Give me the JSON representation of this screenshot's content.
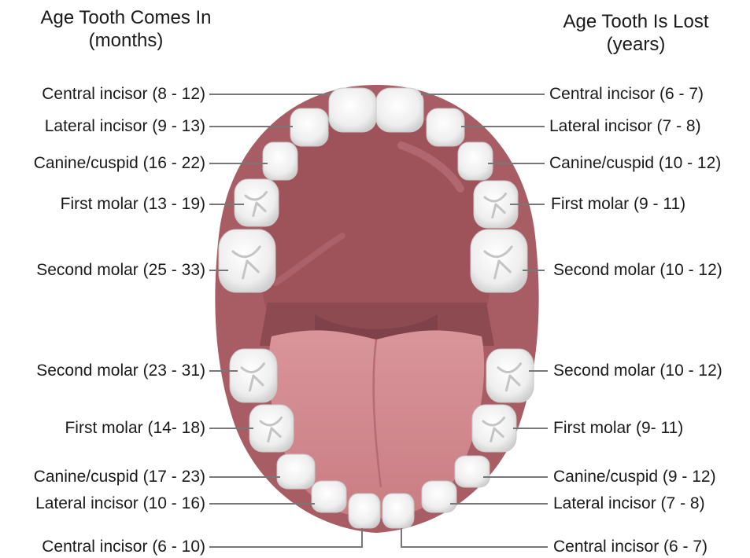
{
  "headers": {
    "left": [
      "Age Tooth Comes In",
      "(months)"
    ],
    "right": [
      "Age Tooth Is Lost",
      "(years)"
    ]
  },
  "upper": {
    "left": [
      "Central incisor (8 - 12)",
      "Lateral incisor (9 - 13)",
      "Canine/cuspid (16 - 22)",
      "First molar (13 - 19)",
      "Second molar (25 - 33)"
    ],
    "right": [
      "Central incisor (6 - 7)",
      "Lateral incisor (7 - 8)",
      "Canine/cuspid (10 - 12)",
      "First molar (9 - 11)",
      "Second molar (10 - 12)"
    ]
  },
  "lower": {
    "left": [
      "Second molar (23 - 31)",
      "First molar (14- 18)",
      "Canine/cuspid (17 - 23)",
      "Lateral incisor (10 - 16)",
      "Central incisor (6 - 10)"
    ],
    "right": [
      "Second molar (10 - 12)",
      "First molar (9- 11)",
      "Canine/cuspid (9 - 12)",
      "Lateral incisor (7 - 8)",
      "Central incisor (6 - 7)"
    ]
  },
  "colors": {
    "gum": "#a85c63",
    "palate": "#9e5259",
    "tongue": "#d48a8f",
    "tooth": "#f2f2f2",
    "leader": "#777777"
  }
}
